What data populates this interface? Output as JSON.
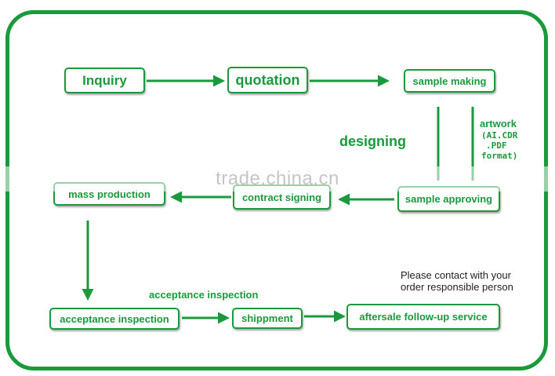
{
  "nodes": {
    "inquiry": "Inquiry",
    "quotation": "quotation",
    "sample_making": "sample making",
    "sample_approving": "sample approving",
    "contract_signing": "contract signing",
    "mass_production": "mass production",
    "acceptance_inspection": "acceptance inspection",
    "shippment": "shippment",
    "aftersale": "aftersale follow-up service"
  },
  "labels": {
    "designing": "designing",
    "artwork": "artwork",
    "artwork_format_line1": "(AI.CDR",
    "artwork_format_line2": ".PDF",
    "artwork_format_line3": "format)",
    "acceptance_inspection_caption": "acceptance inspection"
  },
  "note": {
    "line1": "Please contact with your",
    "line2": "order responsible person"
  },
  "watermark": "trade.china.cn",
  "colors": {
    "accent": "#1a9a3c"
  }
}
